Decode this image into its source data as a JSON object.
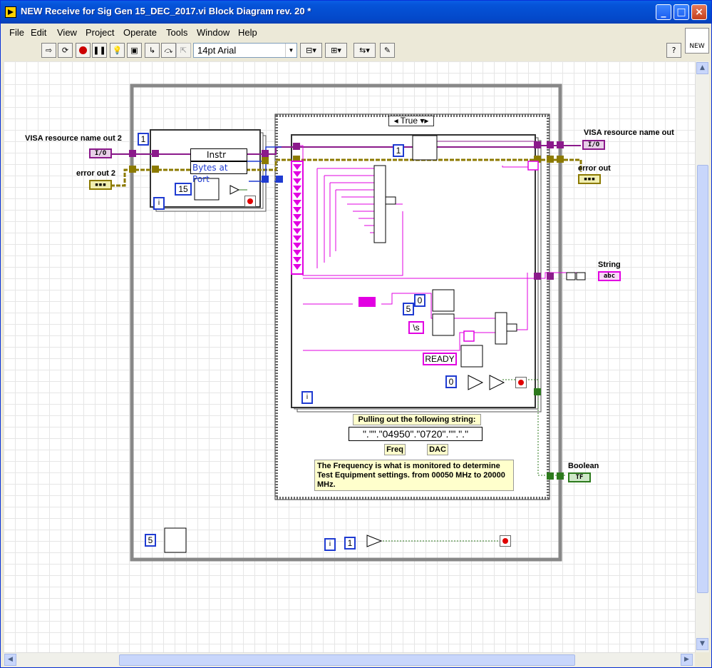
{
  "window": {
    "title": "NEW Receive for Sig Gen 15_DEC_2017.vi Block Diagram rev. 20 *",
    "buttons": {
      "minimize": "_",
      "maximize": "□",
      "close": "×"
    }
  },
  "menu": [
    "File",
    "Edit",
    "View",
    "Project",
    "Operate",
    "Tools",
    "Window",
    "Help"
  ],
  "toolbar": {
    "font": "14pt Arial",
    "help": "?",
    "new_badge": "NEW",
    "icons": [
      "run-arrow-icon",
      "run-continuous-icon",
      "abort-icon",
      "pause-icon",
      "highlight-bulb-icon",
      "retain-wire-icon",
      "step-into-icon",
      "step-over-icon",
      "step-out-icon",
      "align-icon",
      "distribute-icon",
      "reorder-icon",
      "cleanup-icon"
    ]
  },
  "diagram": {
    "inputs": {
      "visa_in": "VISA resource name out 2",
      "error_in": "error out 2",
      "visa_term": "I/O"
    },
    "outputs": {
      "visa_out": "VISA resource name out",
      "error_out": "error out",
      "string_out": "String",
      "boolean_out": "Boolean",
      "visa_term": "I/O",
      "string_term": "abc",
      "bool_term": "TF"
    },
    "inner_loop": {
      "property_instr": "Instr",
      "property_bytes": "Bytes at Port",
      "wait_const": "15",
      "index_const": "1",
      "iter": "i"
    },
    "case_selector": "True",
    "case_consts": {
      "read_count": "1",
      "offset_zero": "0",
      "offset_five": "5",
      "whitespace": "\\s",
      "ready": "READY",
      "compare_zero": "0",
      "iter": "i"
    },
    "notes": {
      "pulling_title": "Pulling out the following string:",
      "pulling_value": "\".\"\".\"04950\".\"0720\".\"\".\".\"",
      "freq": "Freq",
      "dac": "DAC",
      "description": "The Frequency is what is monitored to determine Test Equipment settings. from 00050 MHz to 20000 MHz."
    },
    "outer_loop": {
      "wait_const": "5",
      "iter": "i",
      "compare_const": "1"
    }
  }
}
